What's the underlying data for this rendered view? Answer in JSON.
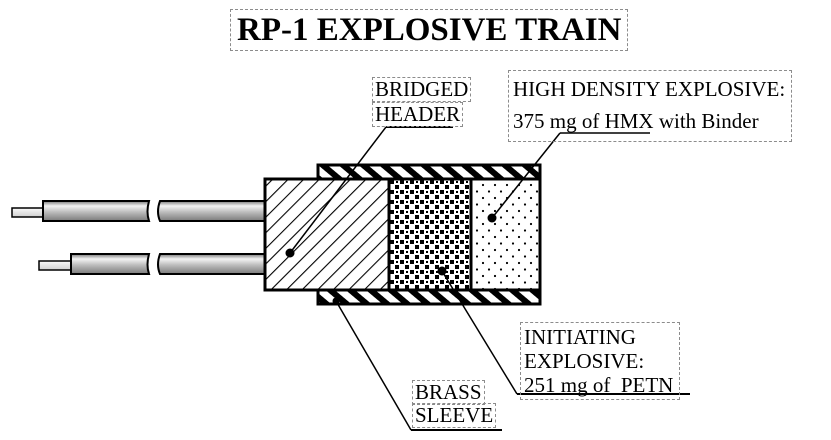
{
  "title": "RP-1 EXPLOSIVE TRAIN",
  "labels": {
    "bridged_header": [
      "BRIDGED",
      "HEADER"
    ],
    "high_density": [
      "HIGH DENSITY EXPLOSIVE:",
      "375 mg of HMX with Binder"
    ],
    "initiating": [
      "INITIATING",
      "EXPLOSIVE:",
      "251 mg of  PETN"
    ],
    "brass_sleeve": [
      "BRASS",
      "SLEEVE"
    ]
  },
  "components": [
    {
      "name": "Bridged Header",
      "pattern": "diagonal-hatch"
    },
    {
      "name": "Initiating Explosive (PETN)",
      "amount": "251 mg",
      "pattern": "dense-squares"
    },
    {
      "name": "High Density Explosive (HMX with Binder)",
      "amount": "375 mg",
      "pattern": "sparse-dots"
    },
    {
      "name": "Brass Sleeve",
      "pattern": "bold-hatch"
    },
    {
      "name": "Lead Wires",
      "count": 2
    }
  ],
  "colors": {
    "ink": "#000000",
    "wire_light": "#f0f0f0",
    "wire_dark": "#8a8a8a",
    "label_border": "#8c8c8c"
  }
}
